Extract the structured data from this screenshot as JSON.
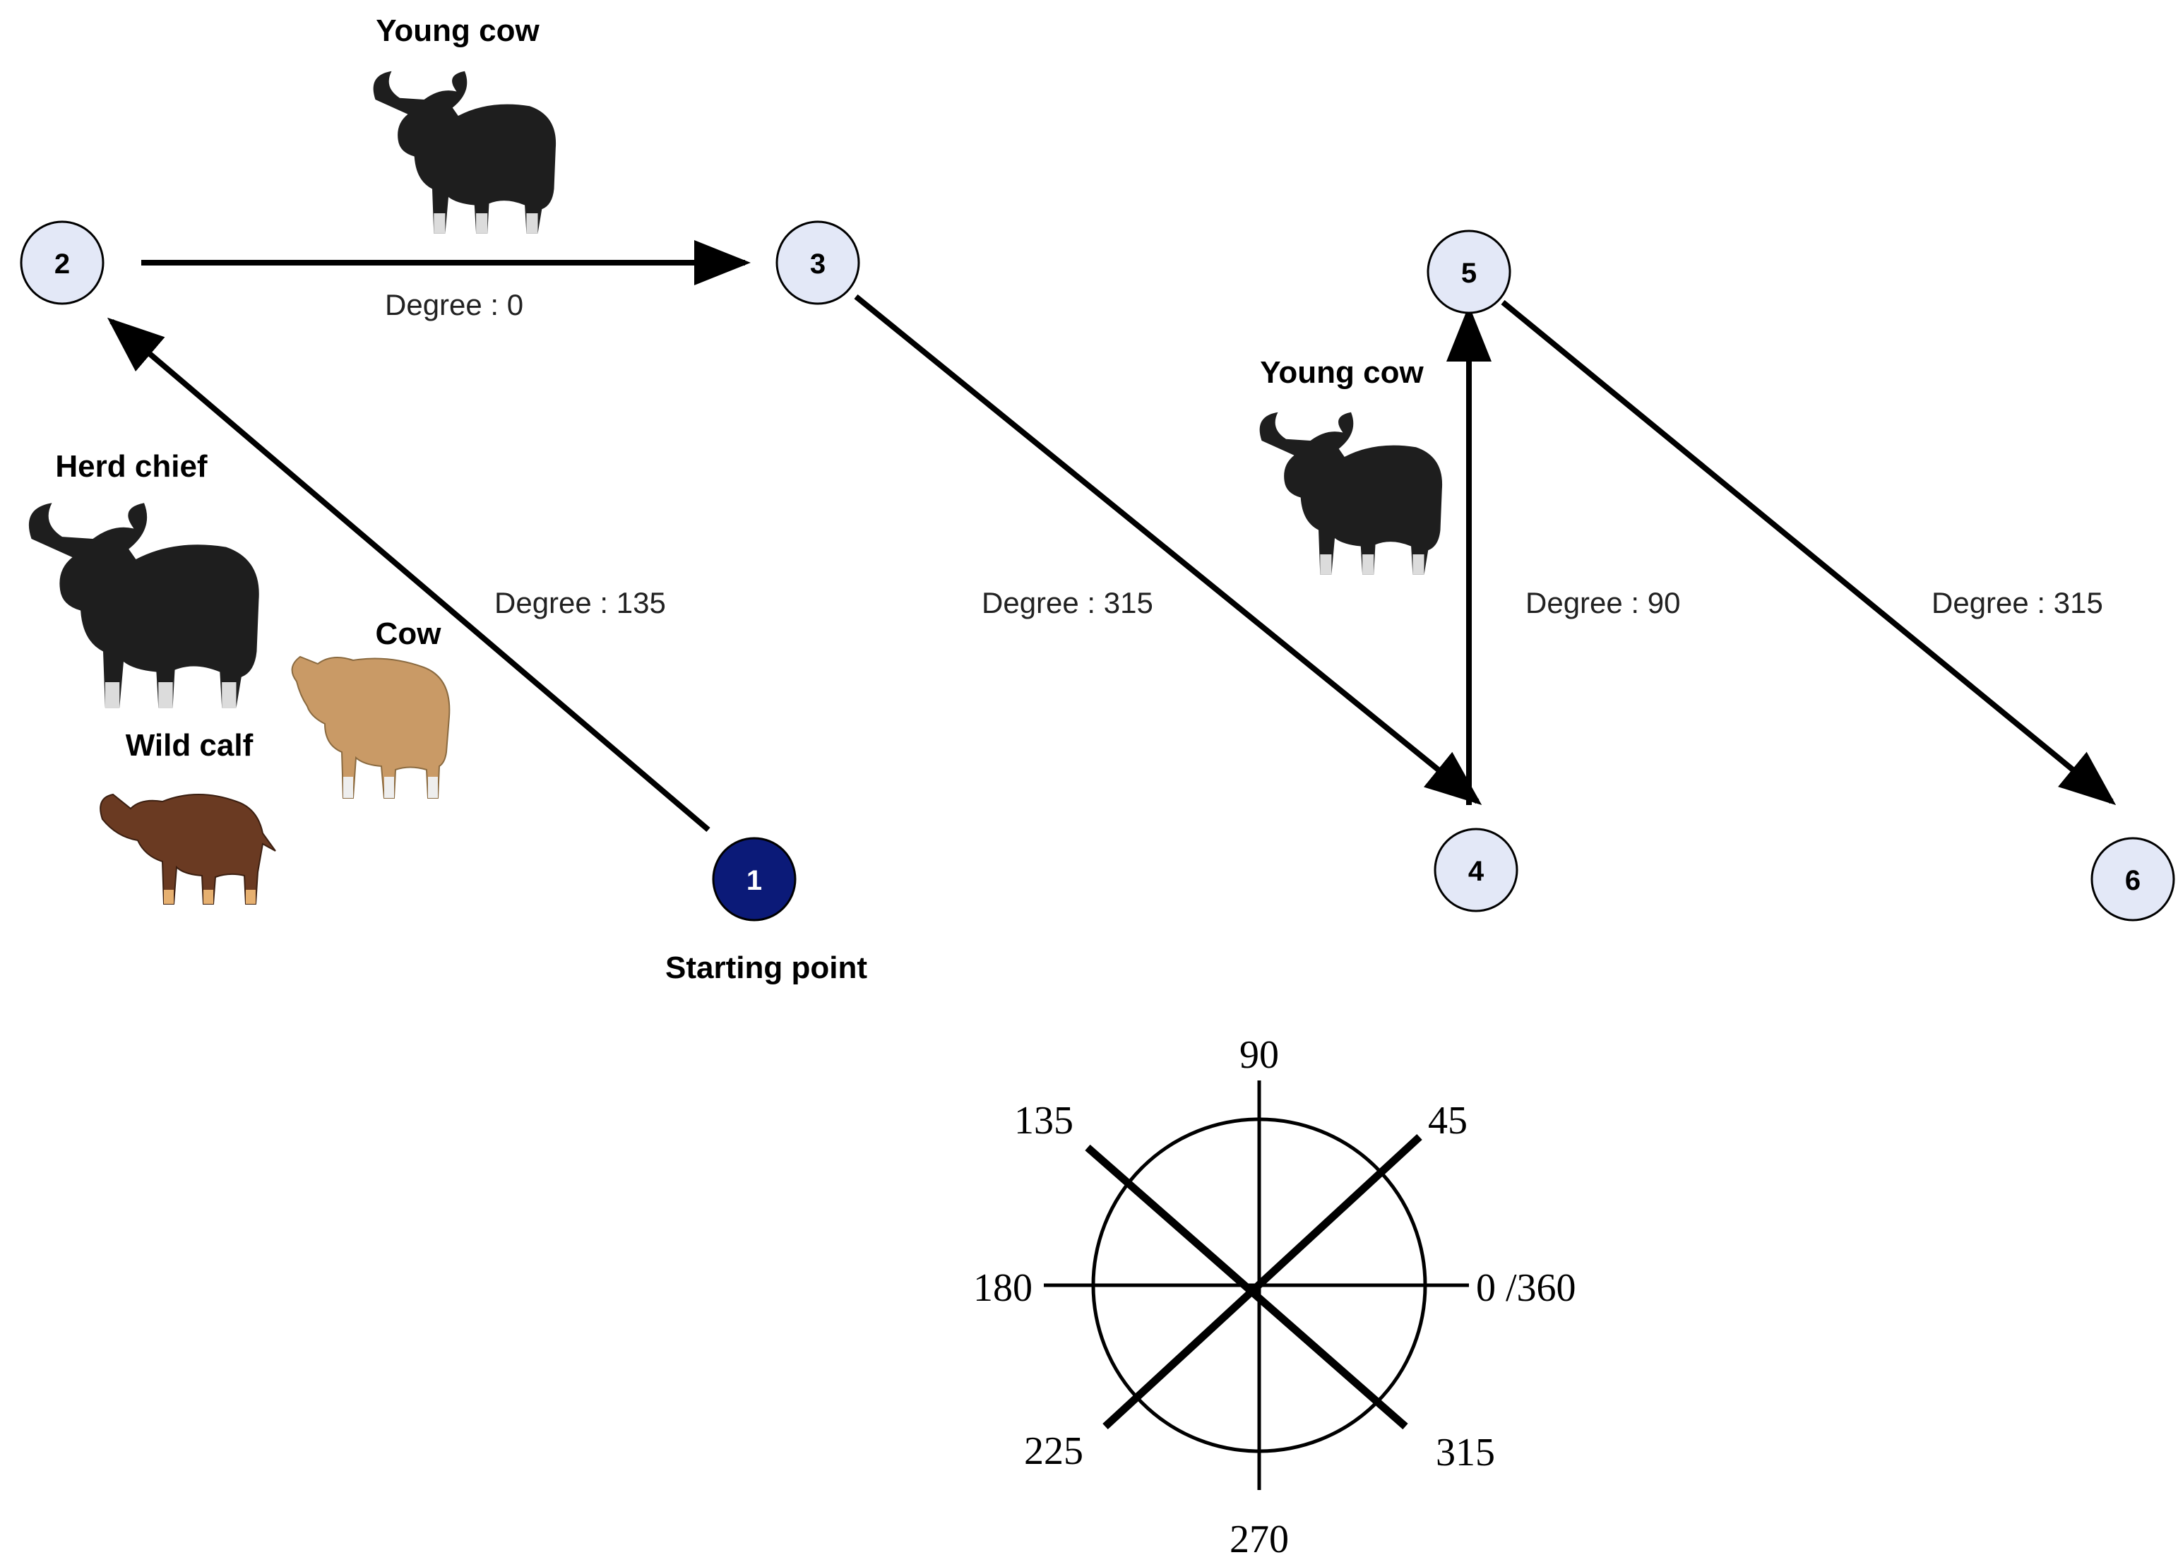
{
  "colors": {
    "node_fill": "#e3e8f7",
    "start_fill": "#0b1a78",
    "stroke": "#000000",
    "cow_dark": "#1e1e1e",
    "cow_tan": "#c99a66",
    "calf_brown": "#6a3a22"
  },
  "nodes": [
    {
      "label": "1"
    },
    {
      "label": "2"
    },
    {
      "label": "3"
    },
    {
      "label": "4"
    },
    {
      "label": "5"
    },
    {
      "label": "6"
    }
  ],
  "start_label": "Starting point",
  "edges": [
    {
      "from": "1",
      "to": "2",
      "label": "Degree : 135"
    },
    {
      "from": "2",
      "to": "3",
      "label": "Degree : 0"
    },
    {
      "from": "3",
      "to": "4",
      "label": "Degree : 315"
    },
    {
      "from": "4",
      "to": "5",
      "label": "Degree : 90"
    },
    {
      "from": "5",
      "to": "6",
      "label": "Degree : 315"
    }
  ],
  "animals": [
    {
      "label": "Young cow",
      "icon": "young-cow-image"
    },
    {
      "label": "Young cow",
      "icon": "young-cow-image"
    },
    {
      "label": "Herd chief",
      "icon": "herd-chief-image"
    },
    {
      "label": "Cow",
      "icon": "cow-image"
    },
    {
      "label": "Wild calf",
      "icon": "wild-calf-image"
    }
  ],
  "compass": {
    "labels": [
      "90",
      "45",
      "0 /360",
      "315",
      "270",
      "225",
      "180",
      "135"
    ]
  }
}
